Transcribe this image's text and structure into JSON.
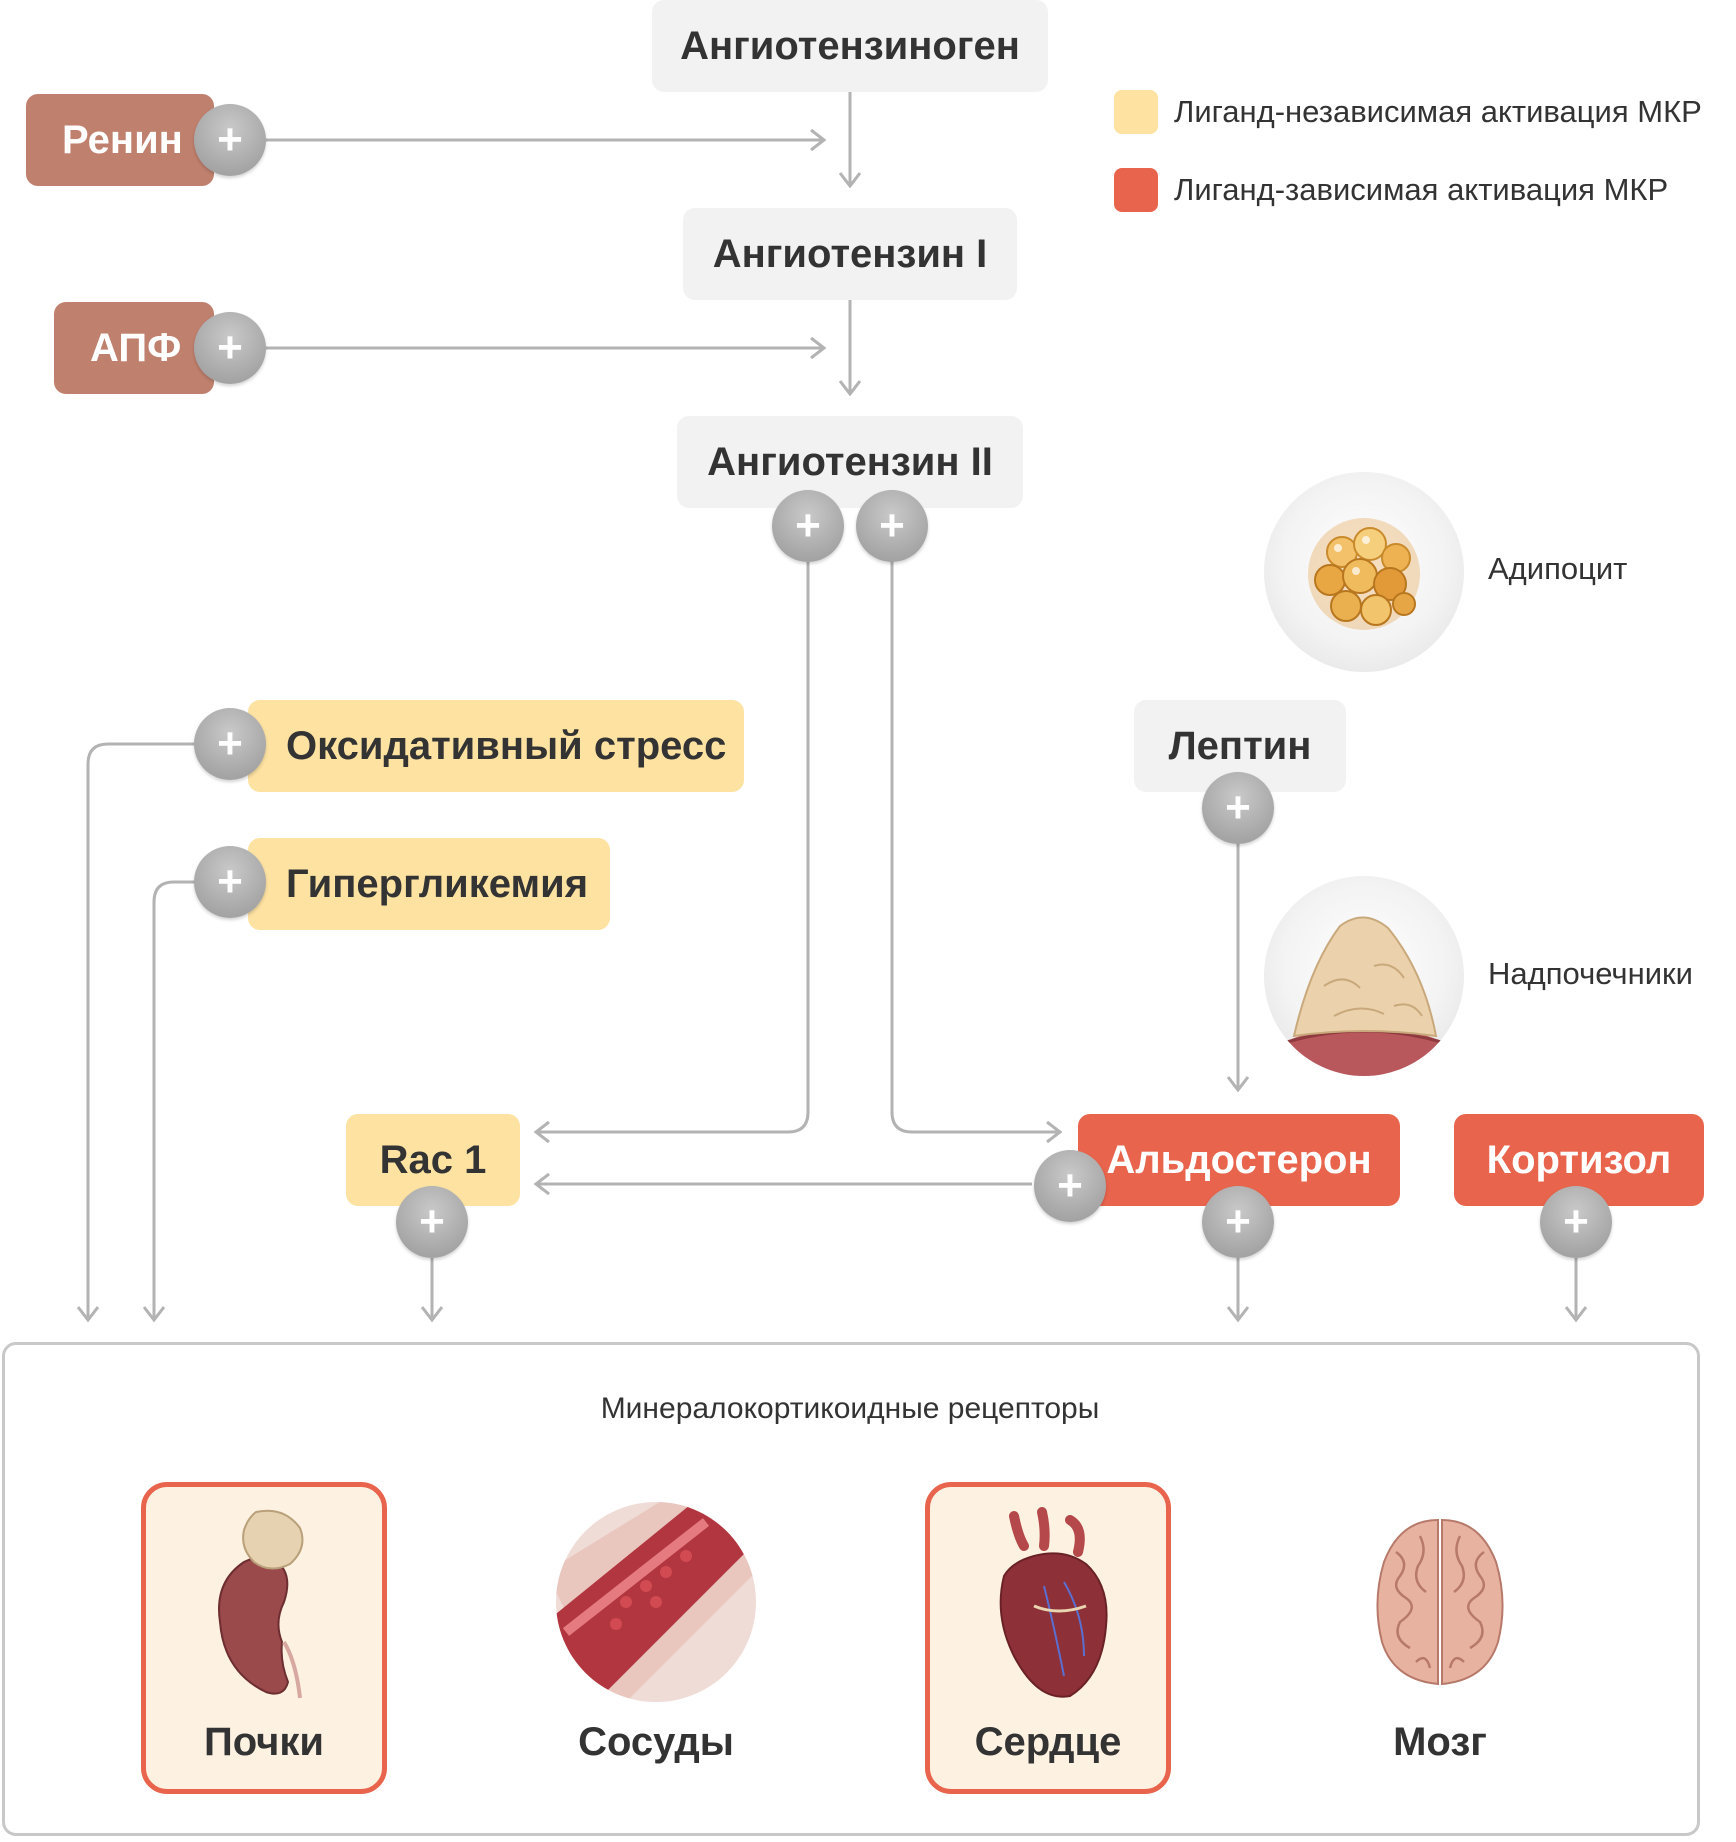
{
  "nodes": {
    "angiotensinogen": "Ангиотензиноген",
    "renin": "Ренин",
    "angiotensin_1": "Ангиотензин I",
    "ace": "АПФ",
    "angiotensin_2": "Ангиотензин II",
    "oxidative_stress": "Оксидативный стресс",
    "hyperglycemia": "Гипергликемия",
    "leptin": "Лептин",
    "rac1": "Rac 1",
    "aldosterone": "Альдостерон",
    "cortisol": "Кортизол"
  },
  "plus_sign": "+",
  "legend": [
    {
      "label": "Лиганд-независимая активация МКР",
      "color": "#fde2a2"
    },
    {
      "label": "Лиганд-зависимая активация МКР",
      "color": "#e8644c"
    }
  ],
  "images": {
    "adipocyte": "Адипоцит",
    "adrenal": "Надпочечники"
  },
  "receptors": {
    "title": "Минералокортикоидные рецепторы",
    "organs": [
      {
        "name": "Почки",
        "icon": "kidney-icon",
        "highlighted": true
      },
      {
        "name": "Сосуды",
        "icon": "vessel-icon",
        "highlighted": false
      },
      {
        "name": "Сердце",
        "icon": "heart-icon",
        "highlighted": true
      },
      {
        "name": "Мозг",
        "icon": "brain-icon",
        "highlighted": false
      }
    ]
  },
  "colors": {
    "enzyme": "#c0806e",
    "ligand_independent": "#fde2a2",
    "ligand_dependent": "#e8644c",
    "node_grey": "#f2f2f2"
  }
}
